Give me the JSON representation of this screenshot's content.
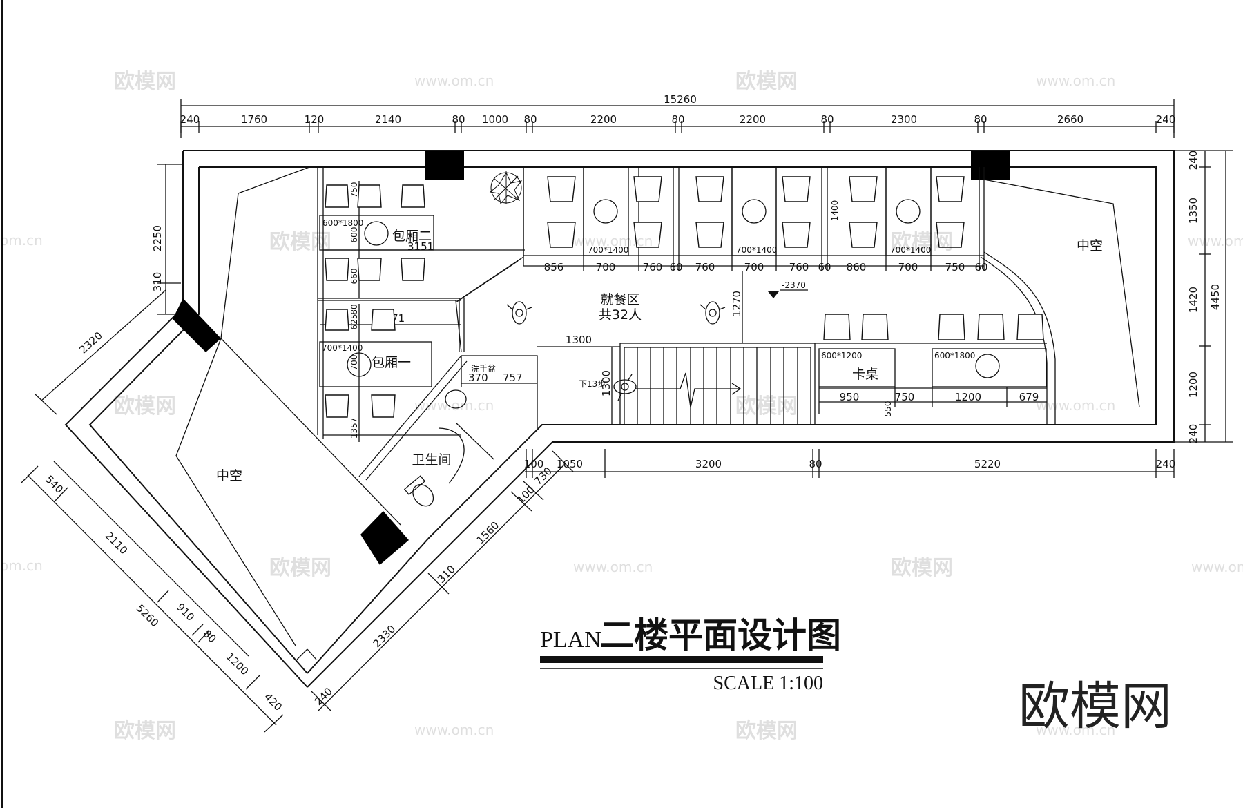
{
  "dims": {
    "top_total": "15260",
    "top": [
      "240",
      "1760",
      "120",
      "2140",
      "80",
      "1000",
      "80",
      "2200",
      "80",
      "2200",
      "80",
      "2300",
      "80",
      "2660",
      "240"
    ],
    "bottom": [
      "100",
      "1050",
      "3200",
      "80",
      "5220",
      "240"
    ],
    "right": [
      "240",
      "1350",
      "1420",
      "1200",
      "240"
    ],
    "right_total": "4450",
    "left_2250": "2250",
    "left_310": "310",
    "diag_2320": "2320",
    "diag_lower": [
      "540",
      "2110",
      "910",
      "80",
      "1200",
      "420"
    ],
    "diag_5260": "5260",
    "diag_right": [
      "730",
      "100",
      "1560",
      "310",
      "2330",
      "240"
    ],
    "inner_row": [
      "856",
      "700",
      "760",
      "60",
      "760",
      "700",
      "760",
      "60",
      "860",
      "700",
      "750",
      "60"
    ],
    "inner_1400": "1400",
    "inner_1270": "1270",
    "inner_1300h": "1300",
    "inner_1300v": "1300",
    "inner_757": "757",
    "inner_370": "370",
    "inner_kazhuo": [
      "950",
      "750",
      "1200",
      "679"
    ],
    "inner_550": "550",
    "inner_750": "750",
    "inner_600": "600",
    "inner_660": "660",
    "inner_3151": "3151",
    "inner_2171": "2171",
    "inner_700": "700",
    "inner_1357": "1357",
    "inner_80a": "80",
    "inner_625": "625"
  },
  "labels": {
    "table_600_1800_a": "600*1800",
    "table_700_1400_a": "700*1400",
    "table_700_1400_b": "700*1400",
    "table_700_1400_c": "700*1400",
    "table_700_1400_d": "700*1400",
    "table_600_1200": "600*1200",
    "table_600_1800_b": "600*1800",
    "room2": "包厢二",
    "room1": "包厢一",
    "dining": "就餐区",
    "dining_cap": "共32人",
    "booth": "卡桌",
    "toilet": "卫生间",
    "wash": "洗手盆",
    "void_left": "中空",
    "void_right": "中空",
    "level": "-2370",
    "stairs": "下13步"
  },
  "title": {
    "plan": "PLAN",
    "cn": "二楼平面设计图",
    "scale": "SCALE 1:100"
  },
  "watermark": {
    "text": "欧模网",
    "url": "www.om.cn",
    "url_short": "om.cn"
  },
  "brand": "欧模网"
}
